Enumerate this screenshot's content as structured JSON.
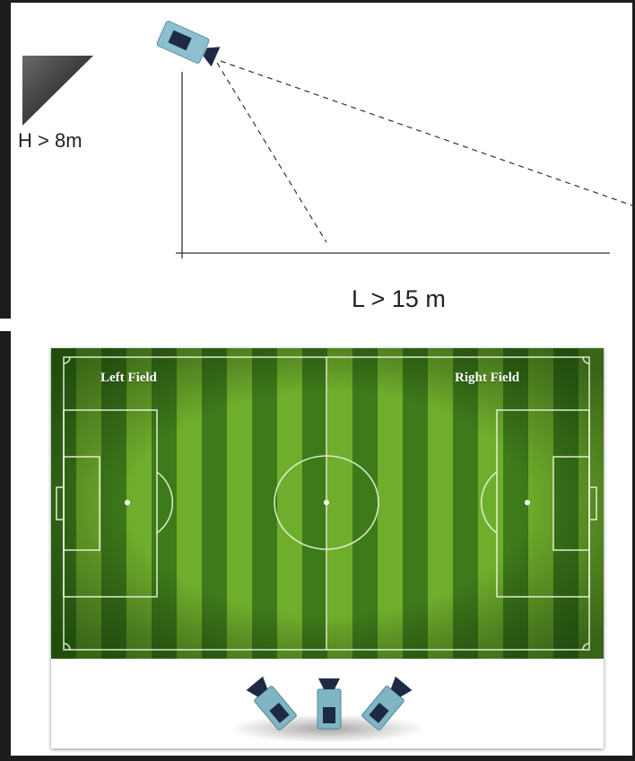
{
  "diagram": {
    "height_label": "H > 8m",
    "distance_label": "L > 15 m"
  },
  "field": {
    "left_label": "Left Field",
    "right_label": "Right Field"
  },
  "colors": {
    "pitch_dark": "#3d7a1a",
    "pitch_light": "#6fae2c",
    "camera_body": "#7fb5c4",
    "camera_dark": "#1e2a44"
  }
}
